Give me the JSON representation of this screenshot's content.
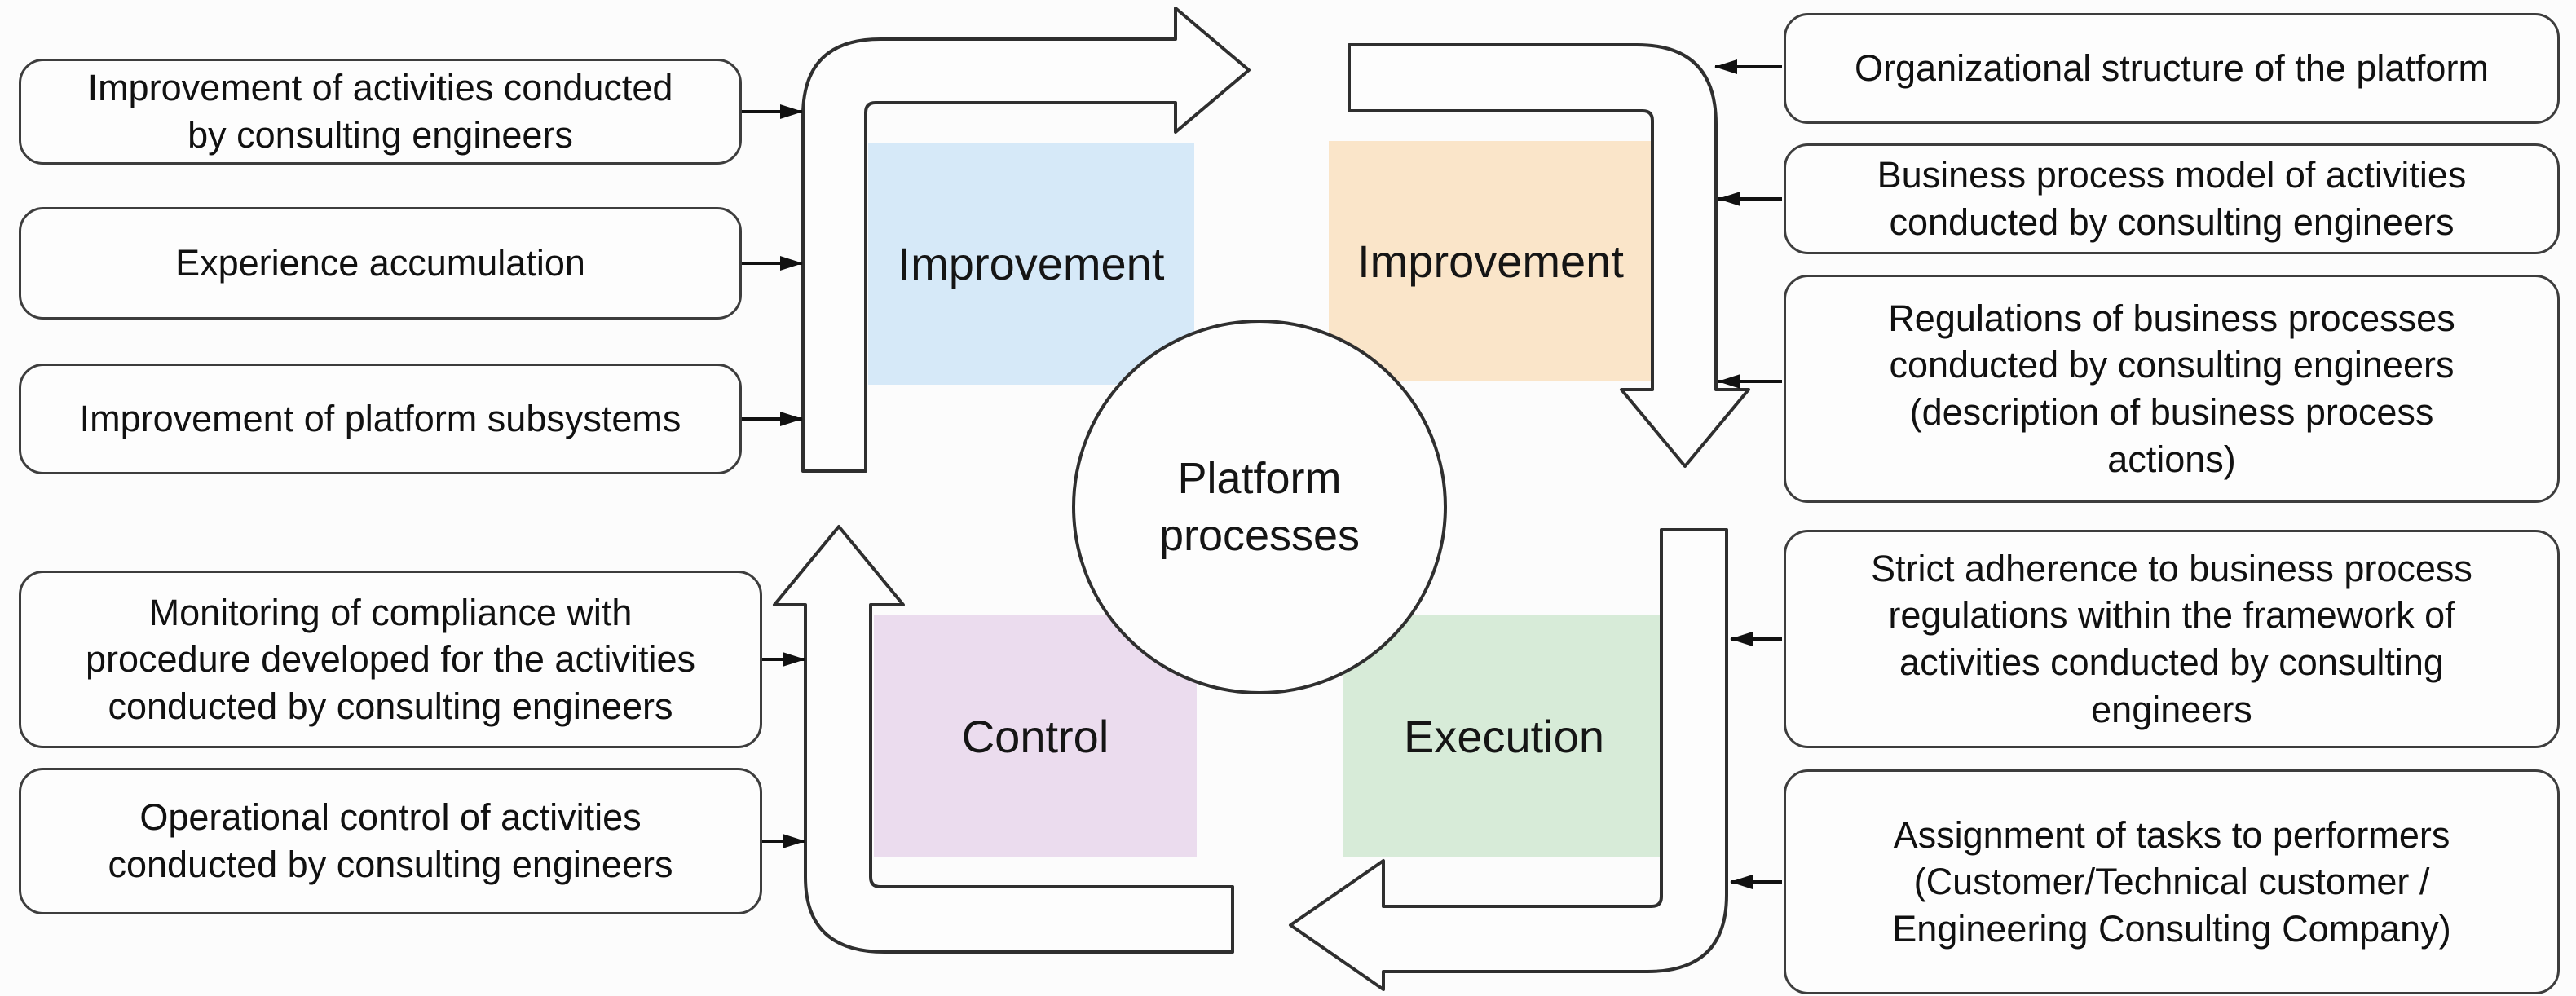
{
  "title": "Platform processes cycle diagram",
  "center": {
    "label": "Platform\nprocesses"
  },
  "quadrants": {
    "top_left": {
      "label": "Improvement",
      "color": "#d6e9f8"
    },
    "top_right": {
      "label": "Improvement",
      "color": "#fae5c9"
    },
    "bottom_left": {
      "label": "Control",
      "color": "#ebdcee"
    },
    "bottom_right": {
      "label": "Execution",
      "color": "#d7ebd8"
    }
  },
  "left_boxes": [
    {
      "label": "Improvement of activities conducted\nby consulting engineers"
    },
    {
      "label": "Experience accumulation"
    },
    {
      "label": "Improvement of platform subsystems"
    },
    {
      "label": "Monitoring of compliance with\nprocedure developed for the activities\nconducted by consulting engineers"
    },
    {
      "label": "Operational control of activities\nconducted by consulting engineers"
    }
  ],
  "right_boxes": [
    {
      "label": "Organizational structure of the platform"
    },
    {
      "label": "Business process model of activities\nconducted by consulting engineers"
    },
    {
      "label": "Regulations of business processes\nconducted by consulting engineers\n(description of business process\nactions)"
    },
    {
      "label": "Strict adherence to business process\nregulations within the framework of\nactivities conducted by consulting\nengineers"
    },
    {
      "label": "Assignment of tasks to performers\n(Customer/Technical customer /\nEngineering Consulting Company)"
    }
  ],
  "colors": {
    "arrow_outline": "#2f2f2f",
    "arrow_fill": "#fdfdfd",
    "box_border": "#3d3d3d",
    "connector": "#111111",
    "text": "#111111",
    "background": "#fcfcfc"
  }
}
